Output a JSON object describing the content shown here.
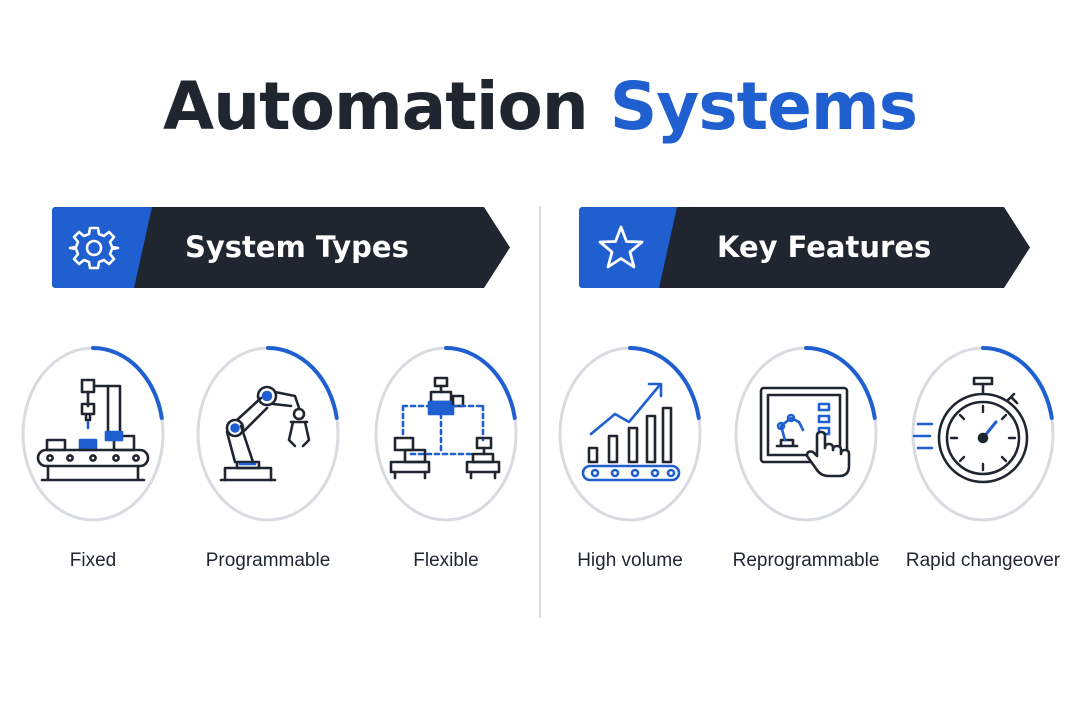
{
  "title": {
    "part1": "Automation",
    "part2": "Systems"
  },
  "colors": {
    "dark": "#1f2630",
    "accent": "#1f5fcf",
    "ring": "#d8dbe0"
  },
  "sections": {
    "system_types": {
      "label": "System Types",
      "icon": "gear-icon",
      "items": [
        {
          "label": "Fixed",
          "icon": "fixed-conveyor-icon",
          "progress": 0.22
        },
        {
          "label": "Programmable",
          "icon": "robot-arm-icon",
          "progress": 0.22
        },
        {
          "label": "Flexible",
          "icon": "flexible-network-icon",
          "progress": 0.22
        }
      ]
    },
    "key_features": {
      "label": "Key Features",
      "icon": "star-icon",
      "items": [
        {
          "label": "High volume",
          "icon": "growth-chart-icon",
          "progress": 0.22
        },
        {
          "label": "Reprogrammable",
          "icon": "touchscreen-robot-icon",
          "progress": 0.22
        },
        {
          "label": "Rapid changeover",
          "icon": "stopwatch-icon",
          "progress": 0.22
        }
      ]
    }
  }
}
